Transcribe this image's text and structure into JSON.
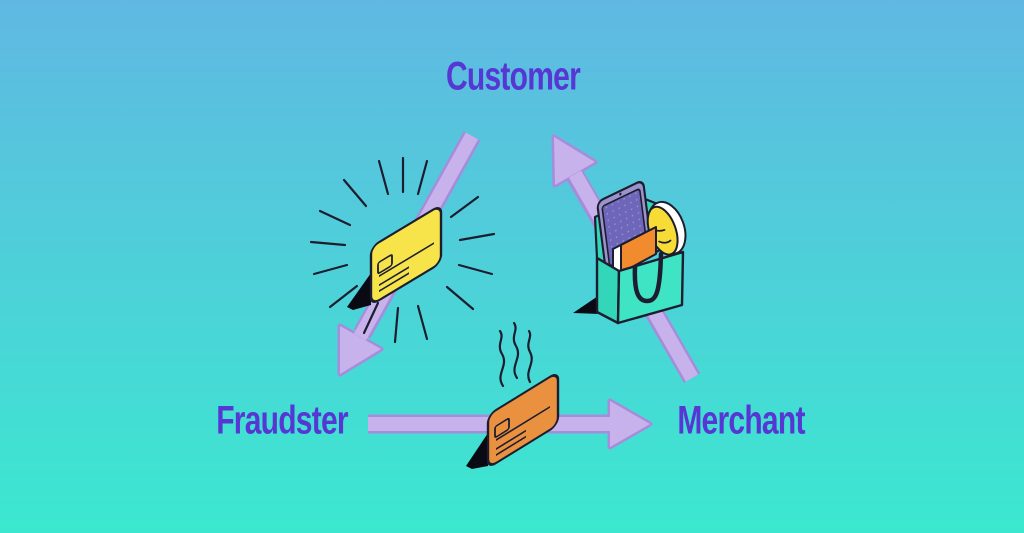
{
  "diagram": {
    "type": "cycle",
    "labels": {
      "customer": "Customer",
      "fraudster": "Fraudster",
      "merchant": "Merchant"
    },
    "arrows": [
      {
        "name": "customer-to-fraudster",
        "from": "Customer",
        "to": "Fraudster"
      },
      {
        "name": "fraudster-to-merchant",
        "from": "Fraudster",
        "to": "Merchant"
      },
      {
        "name": "merchant-to-customer",
        "from": "Merchant",
        "to": "Customer"
      }
    ],
    "illustrations": [
      {
        "name": "shiny-credit-card-icon",
        "description": "yellow credit card with radiating shine lines, on Customer-to-Fraudster arrow"
      },
      {
        "name": "smoking-credit-card-icon",
        "description": "orange credit card with smoke wisps, on Fraudster-to-Merchant arrow"
      },
      {
        "name": "shopping-bag-icon",
        "description": "teal shopping bag holding tablet, book and yellow item, on Merchant-to-Customer arrow"
      }
    ]
  },
  "colors": {
    "bg_top": "#60b8e2",
    "bg_bottom": "#3be8cf",
    "label": "#5737d4",
    "arrow_fill": "#c7b2ec",
    "arrow_outline": "#a78cdb",
    "outline": "#1d1d30",
    "card_yellow": "#f6e44a",
    "card_orange": "#ea9140",
    "bag_front": "#3fe4c4",
    "bag_side": "#33d6b8",
    "tablet_frame": "#9a93cc",
    "tablet_screen": "#6e66b8",
    "tablet_dots": "#9d96d8",
    "book_cover": "#f28a2e",
    "book_pages": "#ffffff",
    "item_yellow": "#f6dc35",
    "shadow": "#0a0a14"
  }
}
